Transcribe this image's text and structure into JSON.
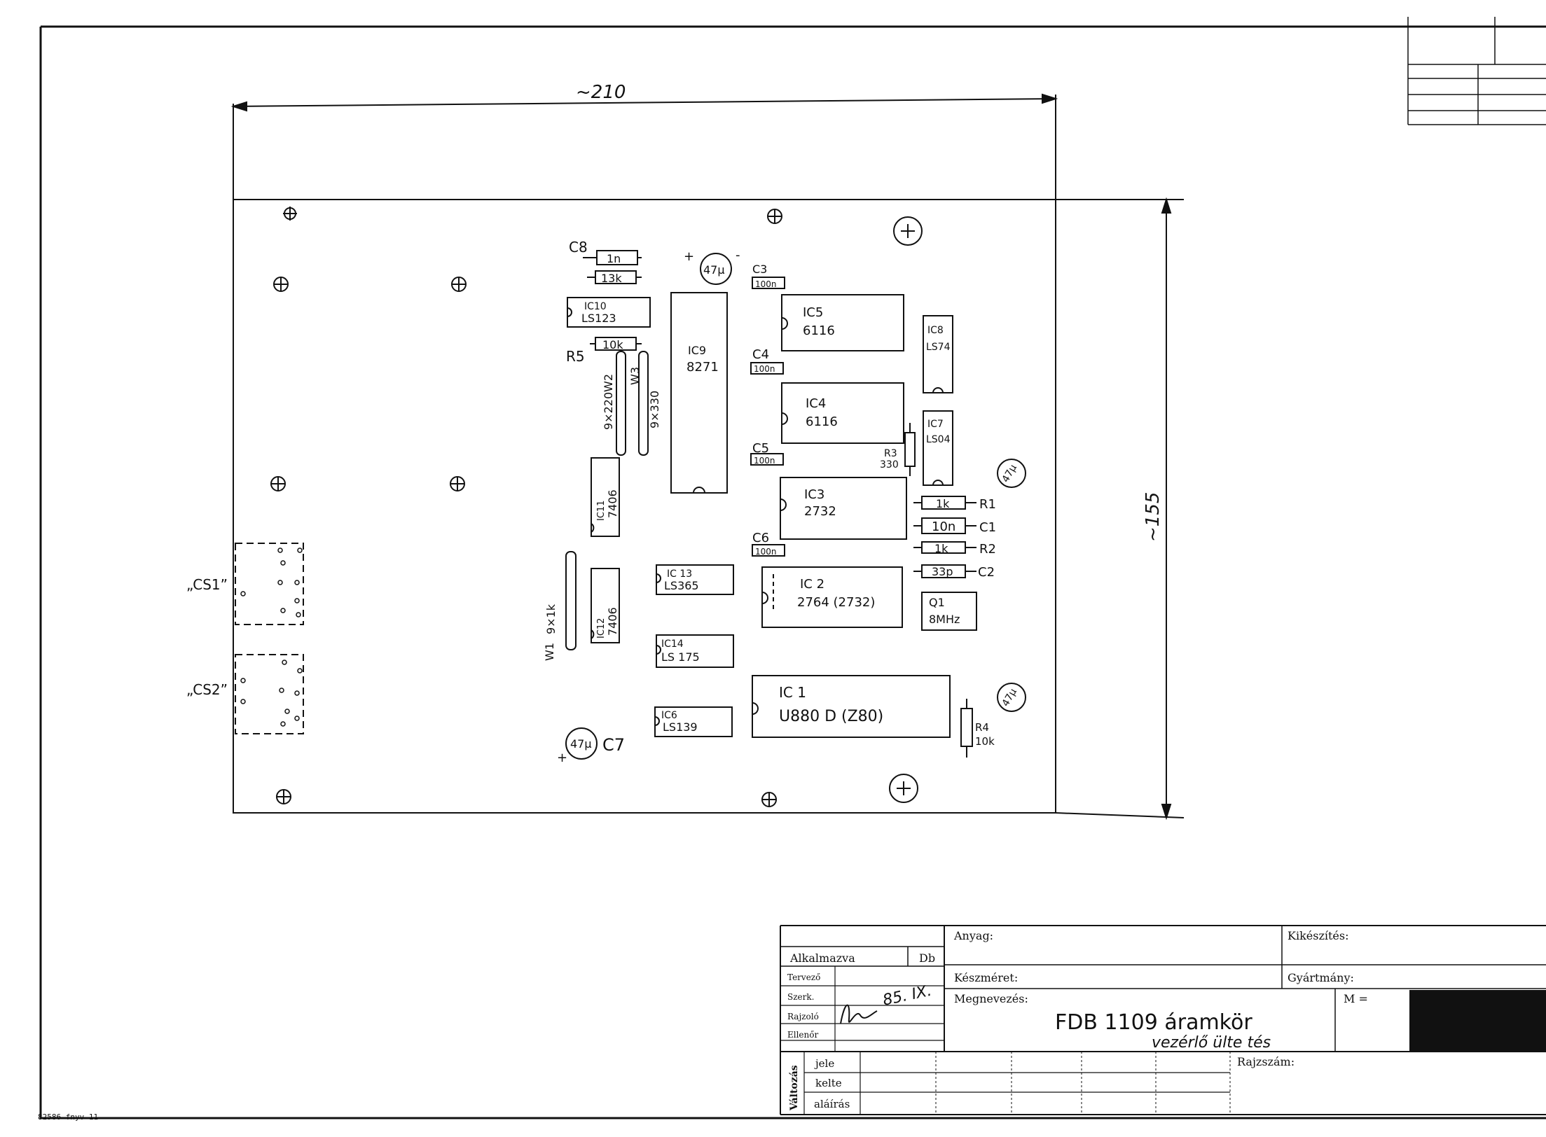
{
  "dimensions": {
    "width": "~210",
    "height": "~155"
  },
  "components": {
    "c8": {
      "ref": "C8",
      "value": "1n"
    },
    "r13k": {
      "value": "13k"
    },
    "c47_top": {
      "value": "47μ"
    },
    "c3": {
      "ref": "C3",
      "value": "100n"
    },
    "ic10": {
      "ref": "IC10",
      "part": "LS123"
    },
    "ic5": {
      "ref": "IC5",
      "part": "6116"
    },
    "ic8": {
      "ref": "IC8",
      "part": "LS74"
    },
    "r5": {
      "ref": "R5",
      "value": "10k"
    },
    "ic9": {
      "ref": "IC9",
      "part": "8271"
    },
    "c4": {
      "ref": "C4",
      "value": "100n"
    },
    "w2": {
      "ref": "W2",
      "value": "9×220"
    },
    "w3": {
      "ref": "W3",
      "value": "9×330"
    },
    "ic4": {
      "ref": "IC4",
      "part": "6116"
    },
    "ic7": {
      "ref": "IC7",
      "part": "LS04"
    },
    "r3": {
      "ref": "R3",
      "value": "330"
    },
    "c5": {
      "ref": "C5",
      "value": "100n"
    },
    "c47_right1": {
      "value": "47μ"
    },
    "ic11": {
      "ref": "IC11",
      "part": "7406"
    },
    "ic3": {
      "ref": "IC3",
      "part": "2732"
    },
    "r1": {
      "ref": "R1",
      "value": "1k"
    },
    "c1": {
      "ref": "C1",
      "value": "10n"
    },
    "r2": {
      "ref": "R2",
      "value": "1k"
    },
    "c6": {
      "ref": "C6",
      "value": "100n"
    },
    "c2": {
      "ref": "C2",
      "value": "33p"
    },
    "ic13": {
      "ref": "IC 13",
      "part": "LS365"
    },
    "ic2": {
      "ref": "IC 2",
      "part": "2764 (2732)"
    },
    "q1": {
      "ref": "Q1",
      "value": "8MHz"
    },
    "w1": {
      "ref": "W1",
      "value": "9×1k"
    },
    "ic12": {
      "ref": "IC12",
      "part": "7406"
    },
    "ic14": {
      "ref": "IC14",
      "part": "LS 175"
    },
    "ic1": {
      "ref": "IC 1",
      "part": "U880 D (Z80)"
    },
    "c47_right2": {
      "value": "47μ"
    },
    "ic6": {
      "ref": "IC6",
      "part": "LS139"
    },
    "r4": {
      "ref": "R4",
      "value": "10k"
    },
    "c7": {
      "ref": "C7",
      "value": "47μ"
    },
    "cs1": {
      "label": "„CS1”"
    },
    "cs2": {
      "label": "„CS2”"
    }
  },
  "title_block": {
    "alkalmazva": "Alkalmazva",
    "db": "Db",
    "tervezo": "Tervező",
    "szerk": "Szerk.",
    "rajzolo": "Rajzoló",
    "ellenor": "Ellenőr",
    "valtozas": "Változás",
    "jele": "jele",
    "kelte": "kelte",
    "alairas": "aláírás",
    "anyag": "Anyag:",
    "kikeszites": "Kikészítés:",
    "keszmeret": "Készméret:",
    "gyartmany": "Gyártmány:",
    "megnevezes": "Megnevezés:",
    "m_label": "M =",
    "name_line1": "FDB 1109 áramkör",
    "name_line2": "vezérlő ülte tés",
    "rajzszam": "Rajzszám:",
    "date": "85. IX."
  },
  "footer": "82586 fnyv 11"
}
